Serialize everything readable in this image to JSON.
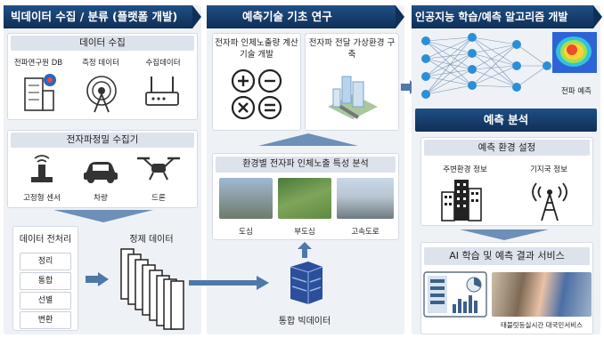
{
  "sections": {
    "collect": {
      "title": "빅데이터 수집 / 분류 (플랫폼 개발)",
      "data_collection": {
        "header": "데이터 수집",
        "items": [
          "전파연구원 DB",
          "측정 데이터",
          "수집데이터"
        ]
      },
      "precision": {
        "header": "전자파정밀 수집기",
        "items": [
          "고정형 센서",
          "차량",
          "드론"
        ]
      },
      "preprocess": {
        "header": "데이터 전처리",
        "steps": [
          "정리",
          "통합",
          "선별",
          "변환"
        ],
        "refined_label": "정제 데이터"
      }
    },
    "research": {
      "title": "예측기술 기초 연구",
      "calc_label": "전자파 인체노출량 계산기술 개발",
      "virtual_label": "전자파 전달 가상환경 구축",
      "env_header": "환경별 전자파 인체노출 특성 분석",
      "env_items": [
        "도심",
        "부도심",
        "고속도로"
      ],
      "bigdata_label": "통합 빅데이터"
    },
    "ai": {
      "title": "인공지능 학습/예측 알고리즘 개발",
      "heatmap_label": "전파 예측",
      "predict_title": "예측 분석",
      "env_setting": "예측 환경 설정",
      "env_items": [
        "주변환경 정보",
        "기지국 정보"
      ],
      "service_header": "AI 학습 및 예측 결과 서비스",
      "service_caption": "태블릿등실시간 대국민서비스"
    }
  },
  "colors": {
    "banner": "#1a4478",
    "panel": "#eef1f5",
    "accent": "#3a6ea5"
  }
}
